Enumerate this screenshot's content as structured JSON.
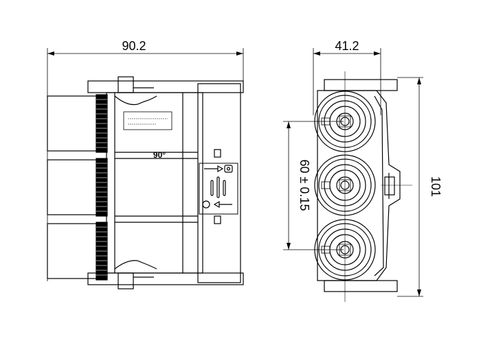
{
  "dimensions": {
    "side_width": "90.2",
    "front_width": "41.2",
    "pitch": "60 ± 0.15",
    "height": "101",
    "angle": "90°"
  },
  "colors": {
    "line": "#000000",
    "background": "#ffffff"
  }
}
